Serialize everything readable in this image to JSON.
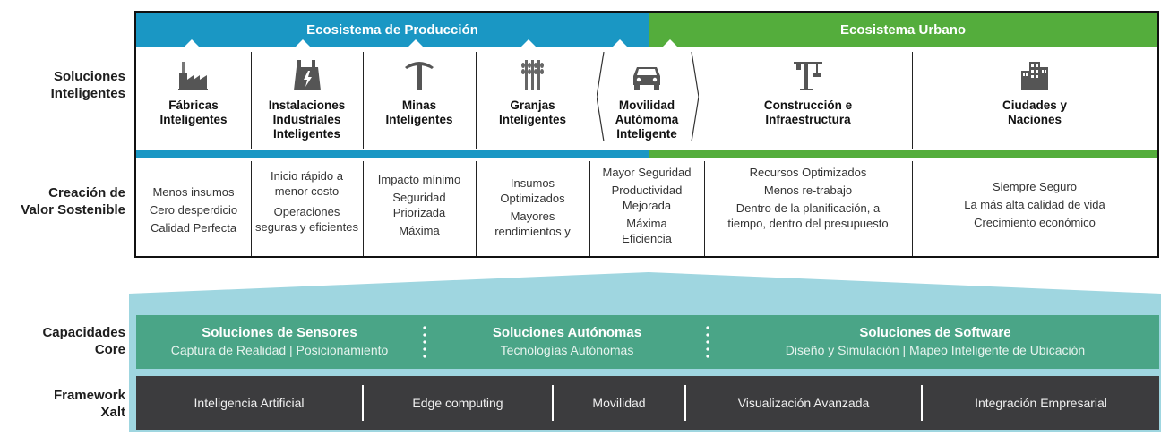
{
  "row_labels": {
    "soluciones": [
      "Soluciones",
      "Inteligentes"
    ],
    "creacion": [
      "Creación de",
      "Valor Sostenible"
    ],
    "capacidades": [
      "Capacidades",
      "Core"
    ],
    "framework": [
      "Framework",
      "Xalt"
    ]
  },
  "ecosystems": {
    "produccion": "Ecosistema de Producción",
    "urbano": "Ecosistema Urbano"
  },
  "colors": {
    "production_blue": "#1a97c4",
    "urban_green": "#54ad3c",
    "core_green": "#4aa587",
    "framework_dark": "#3c3c3e",
    "arch_light_blue": "#9fd6e0"
  },
  "sectors": [
    {
      "icon": "factory-icon",
      "name": [
        "Fábricas",
        "Inteligentes"
      ],
      "values": [
        "Menos insumos",
        "Cero desperdicio",
        "Calidad Perfecta"
      ]
    },
    {
      "icon": "power-plant-icon",
      "name": [
        "Instalaciones",
        "Industriales",
        "Inteligentes"
      ],
      "values": [
        "Inicio rápido a menor costo",
        "Operaciones seguras y eficientes"
      ]
    },
    {
      "icon": "pickaxe-icon",
      "name": [
        "Minas",
        "Inteligentes"
      ],
      "values": [
        "Impacto mínimo",
        "Seguridad Priorizada",
        "Máxima"
      ]
    },
    {
      "icon": "wheat-icon",
      "name": [
        "Granjas",
        "Inteligentes"
      ],
      "values": [
        "Insumos Optimizados",
        "Mayores rendimientos y"
      ]
    },
    {
      "icon": "car-icon",
      "name": [
        "Movilidad",
        "Autómoma",
        "Inteligente"
      ],
      "values": [
        "Mayor Seguridad",
        "Productividad Mejorada",
        "Máxima Eficiencia"
      ]
    },
    {
      "icon": "crane-icon",
      "name": [
        "Construcción e",
        "Infraestructura"
      ],
      "values": [
        "Recursos Optimizados",
        "Menos re-trabajo",
        "Dentro de la planificación, a tiempo, dentro del presupuesto"
      ]
    },
    {
      "icon": "city-icon",
      "name": [
        "Ciudades y",
        "Naciones"
      ],
      "values": [
        "Siempre Seguro",
        "La más alta calidad de vida",
        "Crecimiento económico"
      ]
    }
  ],
  "core": [
    {
      "title": "Soluciones de Sensores",
      "subtitle": "Captura de Realidad | Posicionamiento"
    },
    {
      "title": "Soluciones Autónomas",
      "subtitle": "Tecnologías Autónomas"
    },
    {
      "title": "Soluciones de Software",
      "subtitle": "Diseño y Simulación | Mapeo Inteligente de Ubicación"
    }
  ],
  "framework": [
    "Inteligencia Artificial",
    "Edge computing",
    "Movilidad",
    "Visualización Avanzada",
    "Integración Empresarial"
  ]
}
